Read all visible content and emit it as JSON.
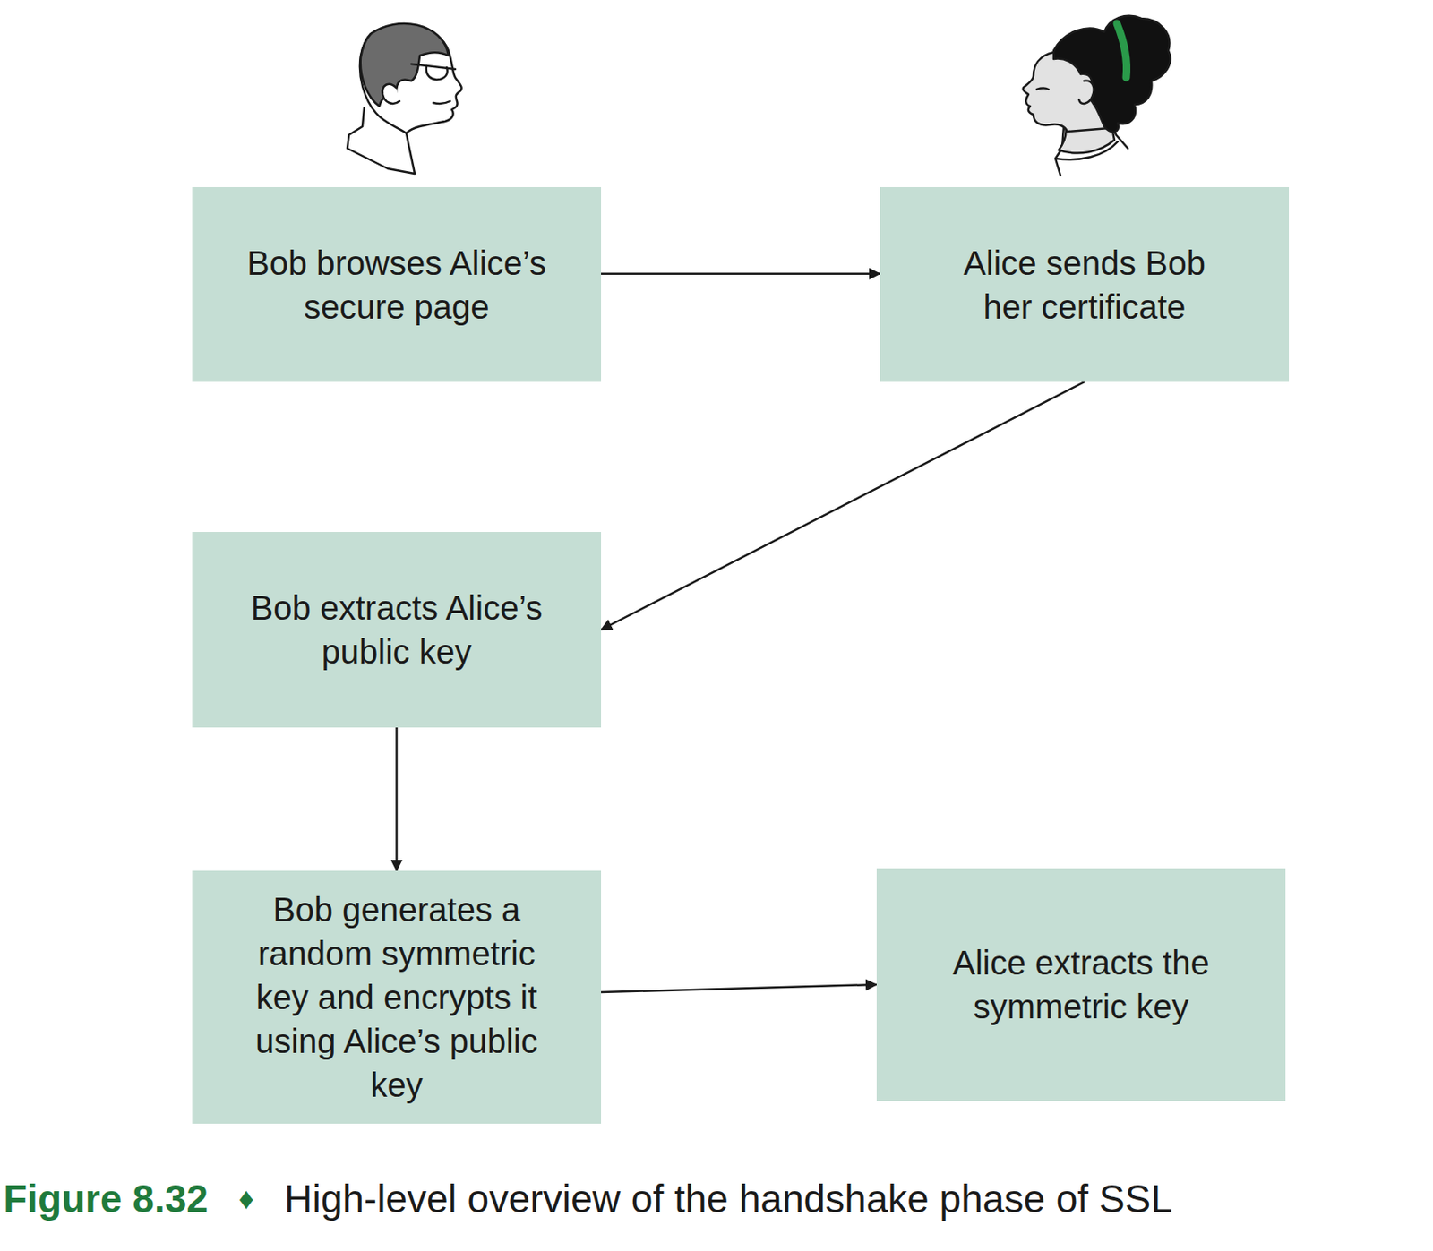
{
  "diagram": {
    "caption": "High-level overview of the handshake phase of SSL",
    "nodes": [
      {
        "text": [
          "Bob browses Alice’s secure page"
        ]
      },
      {
        "text": [
          "Alice sends Bob her certificate"
        ]
      },
      {
        "text": [
          "Bob extracts Alice’s public key"
        ]
      },
      {
        "text": [
          "Bob generates a random symmetric key and encrypts it using Alice’s public key"
        ]
      },
      {
        "text": [
          "Alice extracts the symmetric key"
        ]
      }
    ],
    "edges": [
      {
        "from": 0,
        "to": 1,
        "arrow": "to"
      },
      {
        "from": 1,
        "to": 2,
        "arrow": "to"
      },
      {
        "from": 2,
        "to": 3,
        "arrow": "to"
      },
      {
        "from": 3,
        "to": 4,
        "arrow": "to"
      }
    ],
    "labels": [
      "Figure 8.32",
      "♦"
    ]
  }
}
